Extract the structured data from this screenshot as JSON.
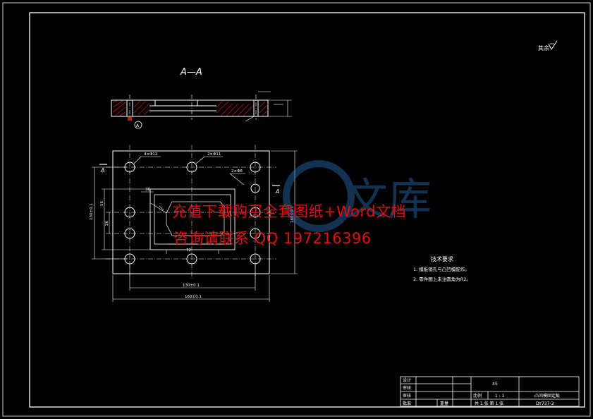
{
  "section_label": "A—A",
  "roughness_label": "其余",
  "tech_req": {
    "title": "技术要求",
    "items": [
      "1. 模板销孔与凸凹模配作。",
      "2. 零件图上未注圆角为R2。"
    ]
  },
  "section_marks": {
    "a_left": "A",
    "a_right": "A",
    "a_circle": "A"
  },
  "dims": {
    "bottom_long": "160±0.1",
    "bottom_short": "130±0.1",
    "left_vertical": "130±0.1",
    "small_72": "72",
    "small_56": "56",
    "small_36": "36",
    "small_26": "26",
    "hole_a": "4×Φ12",
    "hole_b": "2×Φ11",
    "hole_c": "2×Φ8"
  },
  "title_block": {
    "rows": [
      "设计",
      "审核",
      "审核",
      "批准"
    ],
    "material": "45",
    "scale_label": "比例",
    "scale": "1 : 1",
    "drawing_name": "凸凹模固定板",
    "sheets": "共 1 张  第 1 张",
    "weight_label": "重量",
    "code": "DY737-3"
  },
  "watermark": {
    "line1": "充值下载购买全套图纸+Word文档",
    "line2": "咨询请联系 QQ 197216396",
    "logo": "文库"
  }
}
